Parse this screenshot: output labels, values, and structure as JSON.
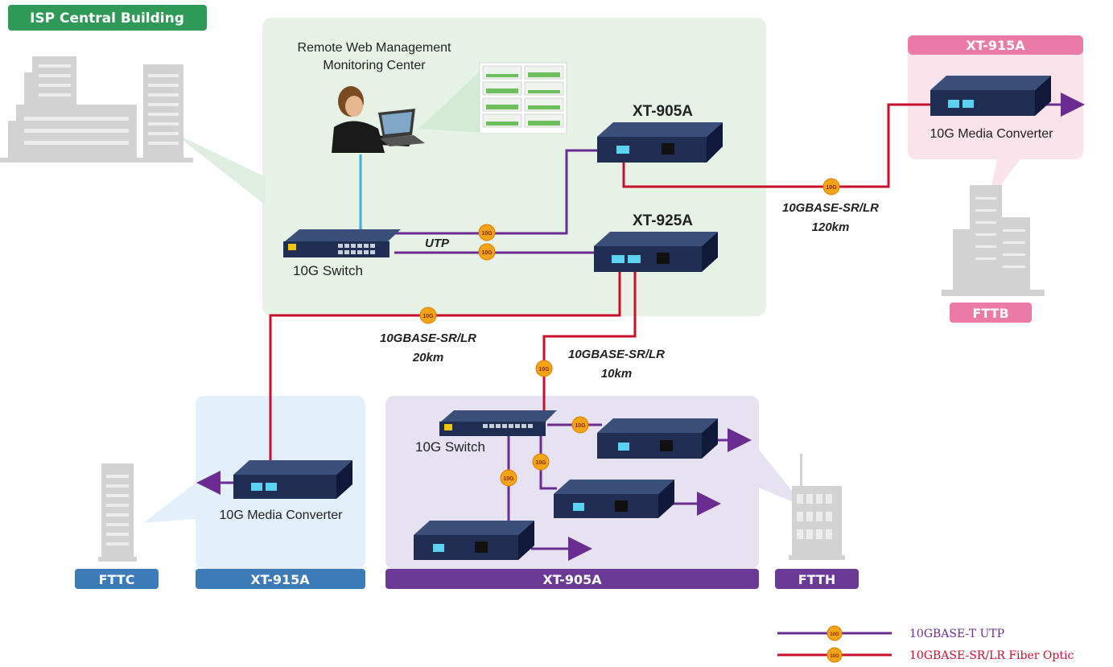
{
  "isp_badge": "ISP Central Building",
  "monitor": {
    "line1": "Remote Web Management",
    "line2": "Monitoring Center"
  },
  "devices": {
    "top_xt905a": "XT-905A",
    "top_xt925a": "XT-925A",
    "top_right_xt915a": "XT-915A"
  },
  "switch_labels": {
    "main": "10G Switch",
    "ftth": "10G Switch"
  },
  "media_converter_labels": {
    "fttb": "10G Media Converter",
    "fttc": "10G Media Converter"
  },
  "link_labels": {
    "utp": "UTP",
    "fttb_line1": "10GBASE-SR/LR",
    "fttb_line2": "120km",
    "fttc_line1": "10GBASE-SR/LR",
    "fttc_line2": "20km",
    "ftth_line1": "10GBASE-SR/LR",
    "ftth_line2": "10km"
  },
  "badge_text": "10G",
  "zone_tags": {
    "fttb": "FTTB",
    "fttc": "FTTC",
    "fttc_device": "XT-915A",
    "ftth_device": "XT-905A",
    "ftth": "FTTH"
  },
  "legend": [
    {
      "text": "10GBASE-T UTP",
      "color": "#6a2c91"
    },
    {
      "text": "10GBASE-SR/LR Fiber Optic",
      "color": "#c8102e"
    }
  ],
  "colors": {
    "utp": "#6a2c91",
    "fiber": "#c8102e",
    "badge": "#f2a316",
    "green_panel": "#e6f2e6",
    "pink_panel": "#fbe3ec",
    "blue_panel": "#e3f0fb",
    "purple_panel": "#e6e2f2"
  }
}
